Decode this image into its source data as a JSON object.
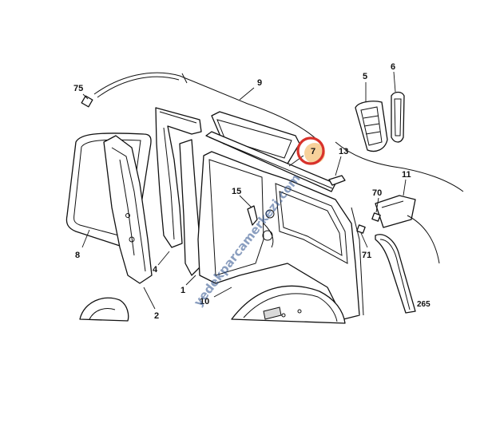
{
  "callouts": {
    "c75": "75",
    "c9": "9",
    "c5": "5",
    "c6": "6",
    "c7": "7",
    "c13": "13",
    "c15": "15",
    "c11": "11",
    "c70": "70",
    "c71": "71",
    "c8": "8",
    "c4": "4",
    "c1": "1",
    "c10": "10",
    "c2": "2"
  },
  "reference_code": "265",
  "watermark": "yedekparcamerkezi.com",
  "colors": {
    "highlight_ring": "#d8322b",
    "highlight_fill": "#f6c98a",
    "watermark": "#2c4f8c",
    "line": "#111111"
  }
}
